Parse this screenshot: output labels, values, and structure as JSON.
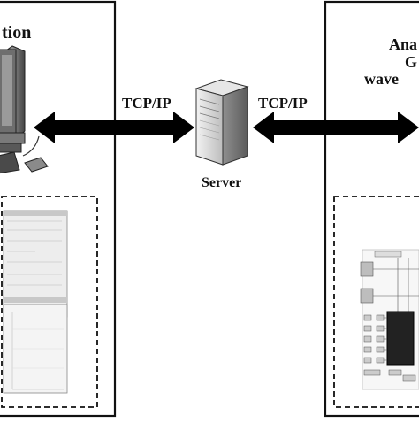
{
  "left_panel": {
    "title_fragment": "tion"
  },
  "right_panel": {
    "title_lines": [
      "Ana",
      "G",
      "wave"
    ]
  },
  "links": {
    "left_protocol": "TCP/IP",
    "right_protocol": "TCP/IP"
  },
  "server": {
    "label": "Server",
    "icon": "server-tower-icon"
  },
  "workstation": {
    "icon": "desktop-computer-icon"
  },
  "colors": {
    "line": "#111111",
    "arrow": "#000000",
    "device_dark": "#555555",
    "device_light": "#dcdcdc"
  }
}
